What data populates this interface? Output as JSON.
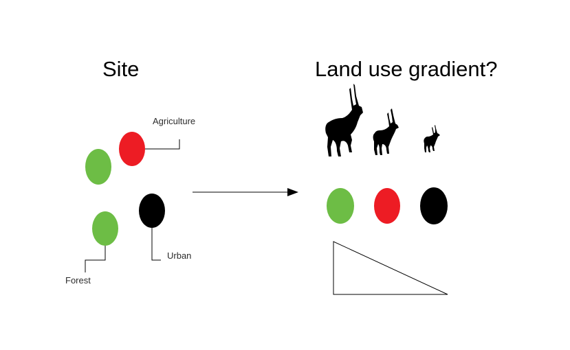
{
  "titles": {
    "site": "Site",
    "gradient": "Land use gradient?"
  },
  "labels": {
    "agriculture": "Agriculture",
    "urban": "Urban",
    "forest": "Forest"
  },
  "colors": {
    "forest": "#6dbd45",
    "agriculture": "#ed1c24",
    "urban": "#000000",
    "line": "#000000",
    "silhouette": "#000000"
  },
  "icons": {
    "animal": "deer-silhouette-icon"
  }
}
